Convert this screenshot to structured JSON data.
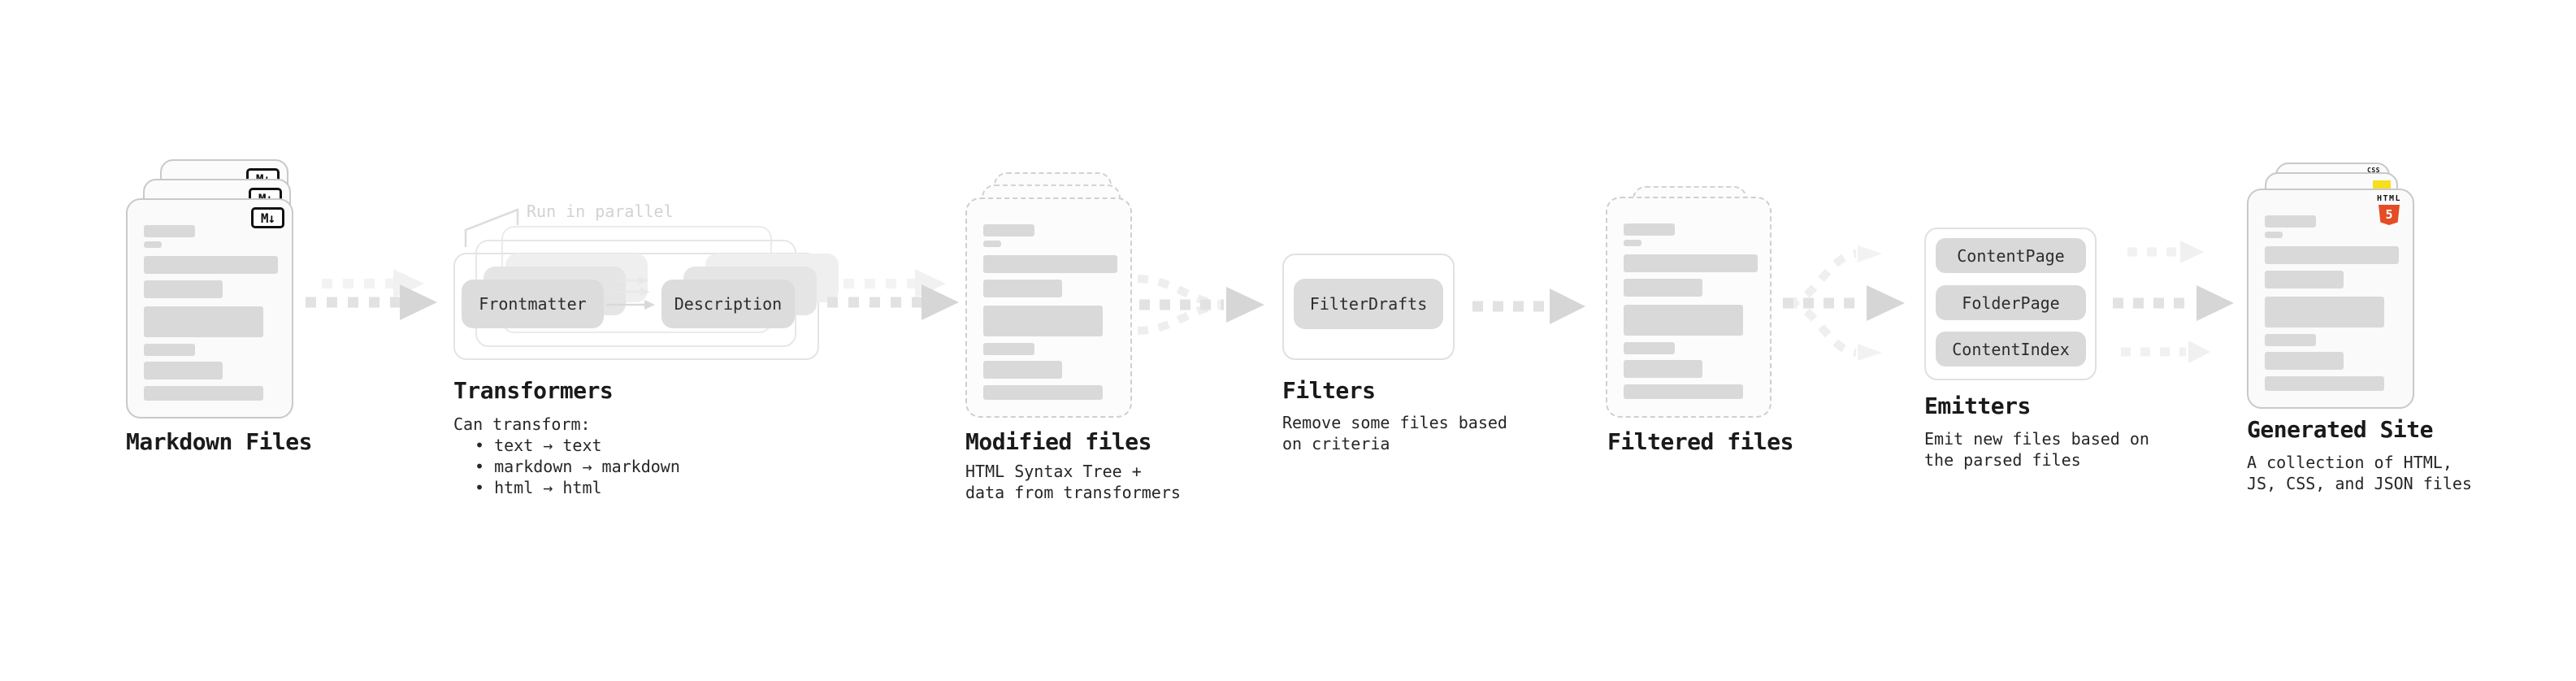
{
  "diagram": {
    "stages": {
      "markdown": {
        "label": "Markdown Files",
        "badge": "M↓"
      },
      "transformers": {
        "label": "Transformers",
        "note": "Run in parallel",
        "pills": [
          "Frontmatter",
          "Description"
        ],
        "details": [
          "Can transform:",
          "• text → text",
          "• markdown → markdown",
          "• html → html"
        ]
      },
      "modified": {
        "label": "Modified files",
        "details": [
          "HTML Syntax Tree +",
          "data from transformers"
        ]
      },
      "filters": {
        "label": "Filters",
        "pills": [
          "FilterDrafts"
        ],
        "details": [
          "Remove some files based",
          "on criteria"
        ]
      },
      "filtered": {
        "label": "Filtered files"
      },
      "emitters": {
        "label": "Emitters",
        "pills": [
          "ContentPage",
          "FolderPage",
          "ContentIndex"
        ],
        "details": [
          "Emit new files based on",
          "the parsed files"
        ]
      },
      "generated": {
        "label": "Generated Site",
        "badges": {
          "html": "HTML",
          "html5": "5",
          "css": "CSS"
        },
        "details": [
          "A collection of HTML,",
          "JS, CSS, and JSON files"
        ]
      }
    },
    "colors": {
      "skeleton_bar": "#d9d9d9",
      "pill_bg": "#dcdcdc",
      "card_border": "#c9c9c9",
      "arrow_dash": "#e2e2e2",
      "arrow_head": "#d6d6d6",
      "html5_orange": "#e44d26",
      "js_yellow": "#f7df1e",
      "css_blue": "#2965f1"
    }
  }
}
